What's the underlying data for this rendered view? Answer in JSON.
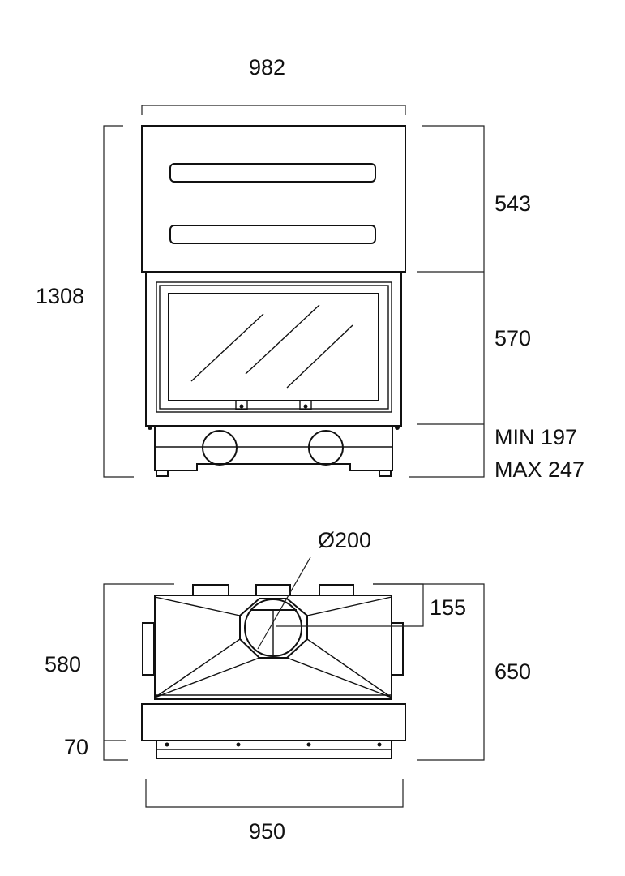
{
  "front_view": {
    "width": "982",
    "height_total": "1308",
    "upper_section": "543",
    "door_section": "570",
    "base_min": "MIN 197",
    "base_max": "MAX 247"
  },
  "top_view": {
    "flue_diameter": "Ø200",
    "flue_offset": "155",
    "depth_body": "580",
    "depth_base": "70",
    "depth_total": "650",
    "width": "950"
  }
}
